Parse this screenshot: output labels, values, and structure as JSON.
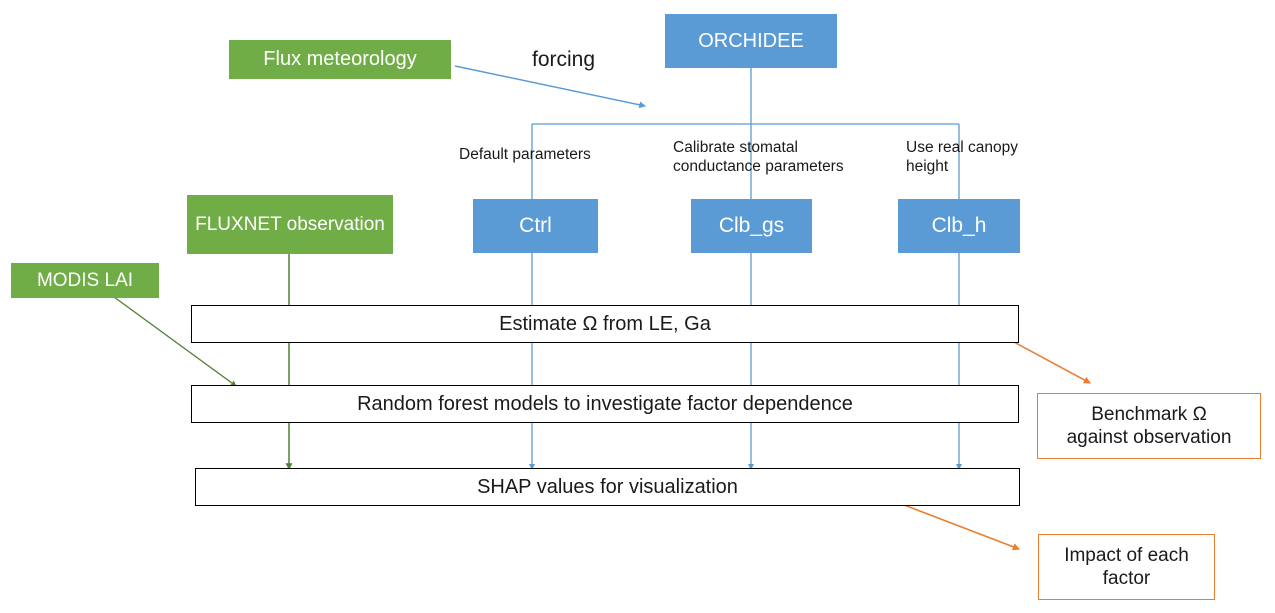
{
  "diagram": {
    "title": "ORCHIDEE model experiment and analysis workflow",
    "colors": {
      "blue_fill": "#5B9BD5",
      "green_fill": "#70AD47",
      "orange_stroke": "#ED7D31",
      "black_stroke": "#000000",
      "white_fill": "#FFFFFF",
      "blue_arrow": "#5B9BD5",
      "green_arrow": "#538135"
    },
    "nodes": {
      "orchidee": "ORCHIDEE",
      "flux_meteorology": "Flux meteorology",
      "fluxnet_observation": "FLUXNET\nobservation",
      "modis_lai": "MODIS LAI",
      "ctrl": "Ctrl",
      "clb_gs": "Clb_gs",
      "clb_h": "Clb_h",
      "estimate_omega": "Estimate Ω from LE, Ga",
      "random_forest": "Random forest models to investigate factor dependence",
      "shap_values": "SHAP values for visualization",
      "benchmark": "Benchmark Ω\nagainst observation",
      "impact": "Impact of each\nfactor"
    },
    "edge_labels": {
      "forcing": "forcing",
      "default_parameters": "Default parameters",
      "calibrate_stomatal": "Calibrate stomatal\nconductance parameters",
      "use_real_canopy": "Use real canopy\nheight"
    }
  }
}
